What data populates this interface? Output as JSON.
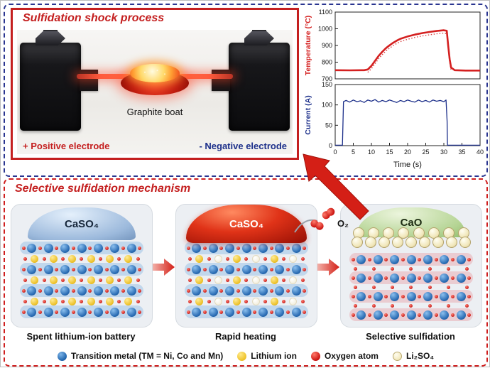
{
  "figure": {
    "top_box": {
      "title": "Sulfidation shock process",
      "photo": {
        "boat_label": "Graphite boat",
        "positive_label": "+ Positive electrode",
        "negative_label": "- Negative electrode"
      }
    },
    "bottom_box": {
      "title": "Selective sulfidation mechanism",
      "o2_label": "O₂",
      "panels": [
        {
          "dome_label": "CaSO₄",
          "dome_style": "blue",
          "caption": "Spent lithium-ion battery",
          "li_rows": "full",
          "slab_tint": "blue",
          "surface_layer": false
        },
        {
          "dome_label": "CaSO₄",
          "dome_style": "red",
          "caption": "Rapid heating",
          "li_rows": "partial",
          "slab_tint": "blue",
          "surface_layer": false
        },
        {
          "dome_label": "CaO",
          "dome_style": "green",
          "caption": "Selective sulfidation",
          "li_rows": "none",
          "slab_tint": "pink",
          "surface_layer": true
        }
      ],
      "legend": [
        {
          "swatch": "tm",
          "label": "Transition metal (TM = Ni, Co and Mn)"
        },
        {
          "swatch": "li",
          "label": "Lithium ion"
        },
        {
          "swatch": "o",
          "label": "Oxygen atom"
        },
        {
          "swatch": "li2so4",
          "label": "Li₂SO₄"
        }
      ]
    }
  },
  "chart_data": {
    "type": "line",
    "xlabel": "Time (s)",
    "xlim": [
      0,
      40
    ],
    "x_ticks": [
      0,
      5,
      10,
      15,
      20,
      25,
      30,
      35,
      40
    ],
    "subplots": [
      {
        "ylabel": "Temperature (°C)",
        "ylim": [
          700,
          1100
        ],
        "y_ticks": [
          700,
          800,
          900,
          1000,
          1100
        ],
        "color": "#d42020",
        "points": [
          [
            0,
            752
          ],
          [
            4,
            751
          ],
          [
            8,
            752
          ],
          [
            9,
            756
          ],
          [
            10,
            778
          ],
          [
            11,
            808
          ],
          [
            12,
            838
          ],
          [
            13,
            862
          ],
          [
            14,
            884
          ],
          [
            15,
            901
          ],
          [
            16,
            916
          ],
          [
            17,
            929
          ],
          [
            18,
            940
          ],
          [
            20,
            954
          ],
          [
            22,
            965
          ],
          [
            24,
            974
          ],
          [
            26,
            981
          ],
          [
            28,
            987
          ],
          [
            30,
            991
          ],
          [
            30.8,
            988
          ],
          [
            31.2,
            900
          ],
          [
            31.6,
            818
          ],
          [
            32,
            768
          ],
          [
            33,
            752
          ],
          [
            36,
            750
          ],
          [
            40,
            750
          ]
        ]
      },
      {
        "ylabel": "Current (A)",
        "ylim": [
          0,
          150
        ],
        "y_ticks": [
          0,
          50,
          100,
          150
        ],
        "color": "#1c2f8a",
        "points": [
          [
            0,
            1
          ],
          [
            2,
            1
          ],
          [
            2.3,
            108
          ],
          [
            3,
            111
          ],
          [
            4,
            107
          ],
          [
            5,
            112
          ],
          [
            6,
            108
          ],
          [
            7,
            110
          ],
          [
            8,
            106
          ],
          [
            9,
            112
          ],
          [
            10,
            109
          ],
          [
            11,
            113
          ],
          [
            12,
            107
          ],
          [
            13,
            111
          ],
          [
            14,
            108
          ],
          [
            15,
            112
          ],
          [
            16,
            109
          ],
          [
            17,
            106
          ],
          [
            18,
            111
          ],
          [
            19,
            108
          ],
          [
            20,
            112
          ],
          [
            21,
            109
          ],
          [
            22,
            107
          ],
          [
            23,
            112
          ],
          [
            24,
            108
          ],
          [
            25,
            111
          ],
          [
            26,
            107
          ],
          [
            27,
            112
          ],
          [
            28,
            109
          ],
          [
            29,
            111
          ],
          [
            30,
            108
          ],
          [
            30.6,
            112
          ],
          [
            30.9,
            60
          ],
          [
            31,
            1
          ],
          [
            34,
            1
          ],
          [
            40,
            1
          ]
        ]
      }
    ]
  }
}
